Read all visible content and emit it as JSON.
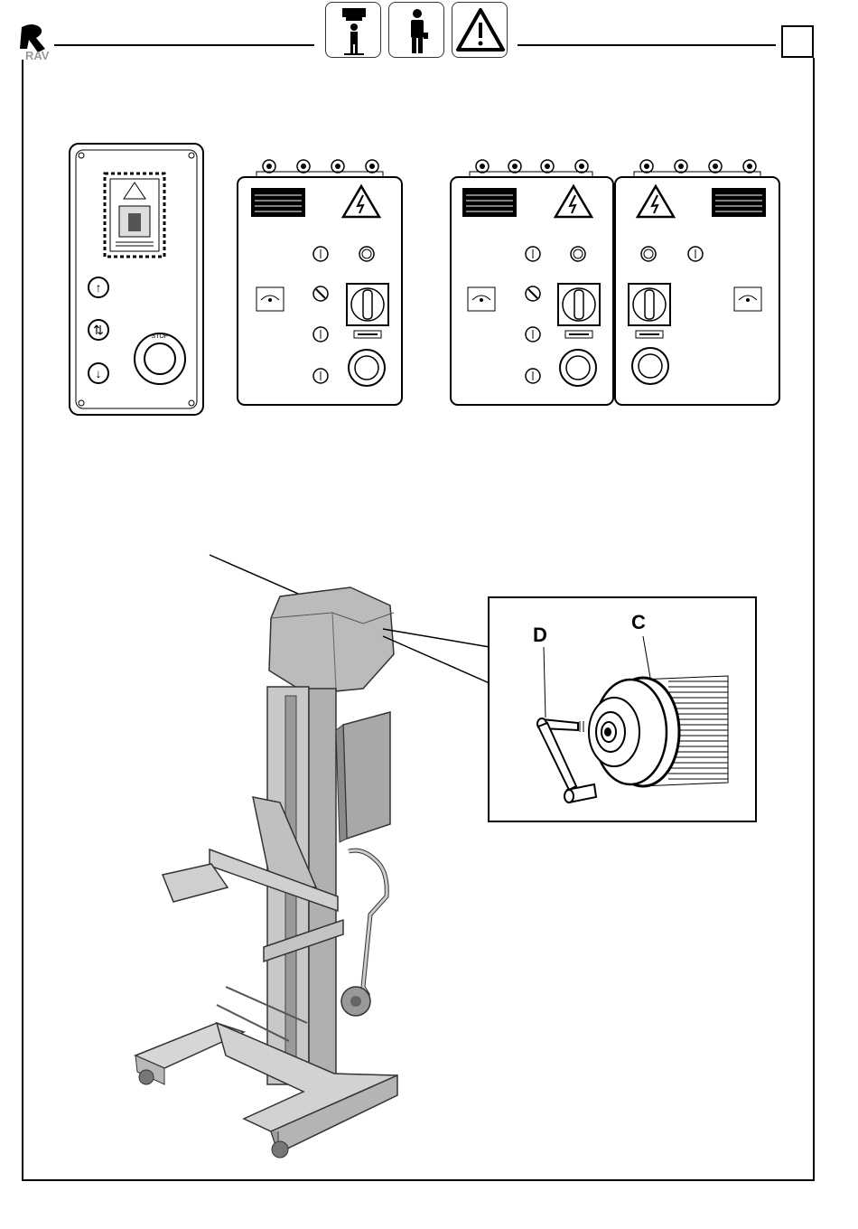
{
  "header": {
    "logo_icon": "brand-logo-icon",
    "icons": [
      "operator-lift-icon",
      "operator-icon",
      "warning-triangle-icon"
    ],
    "page_number": ""
  },
  "panels": {
    "remote_buttons": [
      "up-arrow",
      "up-down-arrows",
      "down-arrow"
    ],
    "stop_button_text": "STOP",
    "colors": {
      "outline": "#000000",
      "fill": "#ffffff",
      "label": "#000000"
    }
  },
  "callouts": {
    "label_c": "C",
    "label_d": "D"
  }
}
